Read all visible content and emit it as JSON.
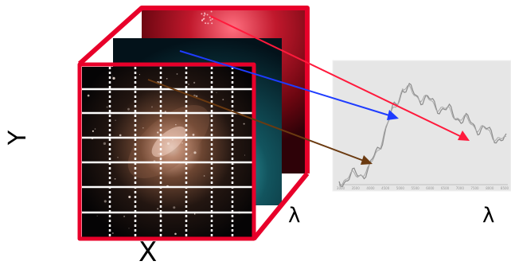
{
  "labels": {
    "x_axis": "X",
    "y_axis": "Y",
    "lambda_cube": "λ",
    "lambda_spectrum": "λ"
  },
  "colors": {
    "cube_frame": "#e8002a",
    "arrow_red": "#ff1a3c",
    "arrow_blue": "#1e3cff",
    "arrow_brown": "#6b3a10",
    "grid": "#ffffff",
    "spectrum_bg": "#e6e6e6",
    "spectrum_line": "#8c8c8c"
  },
  "spectrum": {
    "tick_labels": [
      "3000",
      "3500",
      "4000",
      "4500",
      "5000",
      "5500",
      "6000",
      "6500",
      "7000",
      "7500",
      "8000",
      "8500"
    ]
  }
}
